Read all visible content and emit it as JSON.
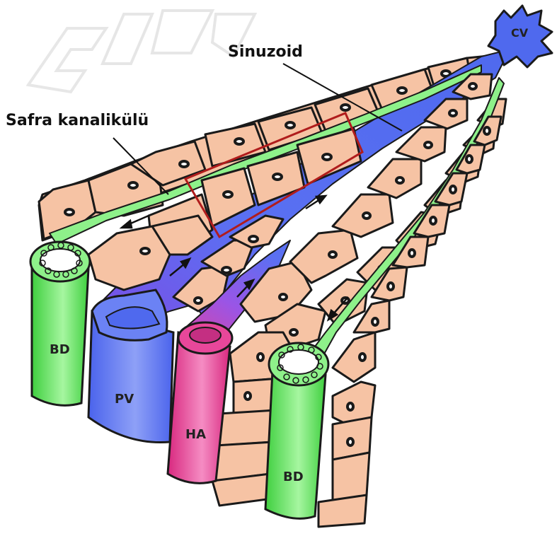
{
  "labels": {
    "sinuzoid": "Sinuzoid",
    "safra_kanalikulu": "Safra kanalikülü",
    "central_vein": "CV",
    "portal_vein": "PV",
    "hepatic_artery": "HA",
    "bile_duct_left": "BD",
    "bile_duct_right": "BD"
  },
  "colors": {
    "hepatocyte": "#f6c3a4",
    "hepatocyte_outline": "#1a1a1a",
    "sinusoid": "#5b72f2",
    "central_vein": "#4f69ee",
    "portal_vein": "#6b82f4",
    "hepatic_artery": "#e8479a",
    "bile_duct": "#63e463",
    "bile_canaliculus": "#8ef18a",
    "highlight_box": "#b01c1c",
    "watermark": "#d9d9d9"
  },
  "icons": [
    "flow-arrow-icon",
    "nucleus-icon"
  ]
}
